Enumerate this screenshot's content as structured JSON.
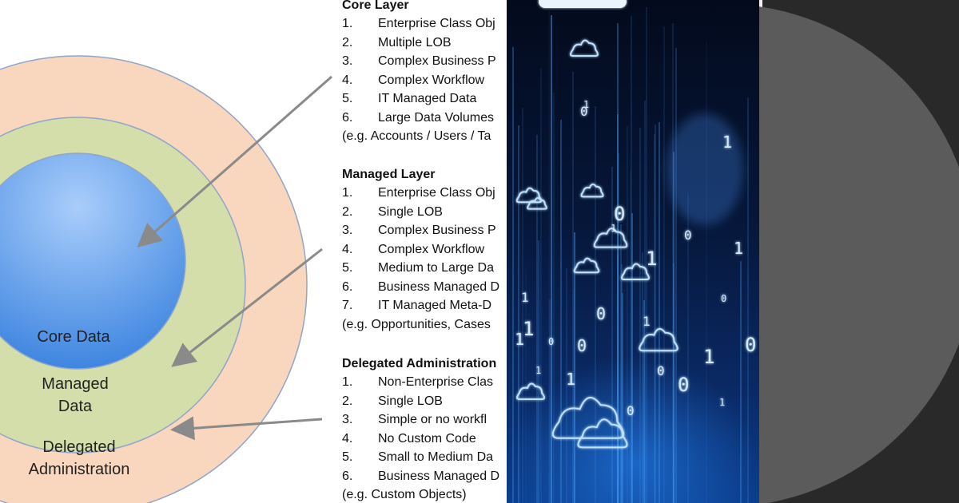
{
  "diagram": {
    "rings": [
      {
        "label_lines": [
          "Delegated",
          "Administration"
        ],
        "color": "#F9D7BE"
      },
      {
        "label_lines": [
          "Managed",
          "Data"
        ],
        "color": "#D3DEAA"
      },
      {
        "label_lines": [
          "Core Data"
        ],
        "color": "#6FA0E6"
      }
    ],
    "arrow_color": "#8A8A8A",
    "sections": [
      {
        "title": "Core Layer",
        "items": [
          {
            "num": "1.",
            "text": "Enterprise Class Obj"
          },
          {
            "num": "2.",
            "text": "Multiple LOB"
          },
          {
            "num": "3.",
            "text": "Complex Business P"
          },
          {
            "num": "4.",
            "text": "Complex Workflow"
          },
          {
            "num": "5.",
            "text": "IT Managed Data"
          },
          {
            "num": "6.",
            "text": "Large Data Volumes"
          }
        ],
        "example": "(e.g. Accounts / Users / Ta"
      },
      {
        "title": "Managed Layer",
        "items": [
          {
            "num": "1.",
            "text": "Enterprise Class Obj"
          },
          {
            "num": "2.",
            "text": "Single LOB"
          },
          {
            "num": "3.",
            "text": "Complex Business P"
          },
          {
            "num": "4.",
            "text": "Complex Workflow"
          },
          {
            "num": "5.",
            "text": "Medium to Large Da"
          },
          {
            "num": "6.",
            "text": "Business Managed D"
          },
          {
            "num": "7.",
            "text": "IT Managed Meta-D"
          }
        ],
        "example": "(e.g. Opportunities, Cases"
      },
      {
        "title": "Delegated Administration",
        "items": [
          {
            "num": "1.",
            "text": "Non-Enterprise Clas"
          },
          {
            "num": "2.",
            "text": "Single LOB"
          },
          {
            "num": "3.",
            "text": "Simple or no workfl"
          },
          {
            "num": "4.",
            "text": "No Custom Code"
          },
          {
            "num": "5.",
            "text": "Small to Medium Da"
          },
          {
            "num": "6.",
            "text": "Business Managed D"
          }
        ],
        "example": "(e.g. Custom Objects)"
      }
    ]
  },
  "photo": {
    "subject": "binary-cloud-data-stream",
    "digits": [
      "1",
      "0",
      "1",
      "0",
      "1",
      "0",
      "1",
      "1",
      "0",
      "1",
      "0",
      "1",
      "0",
      "1",
      "0",
      "1",
      "1",
      "0",
      "1",
      "0",
      "1",
      "0",
      "1",
      "0"
    ],
    "accent_color": "#4FA8FF"
  },
  "gray_panel": {
    "background": "#292929",
    "disc_color": "#5B5B5B"
  }
}
